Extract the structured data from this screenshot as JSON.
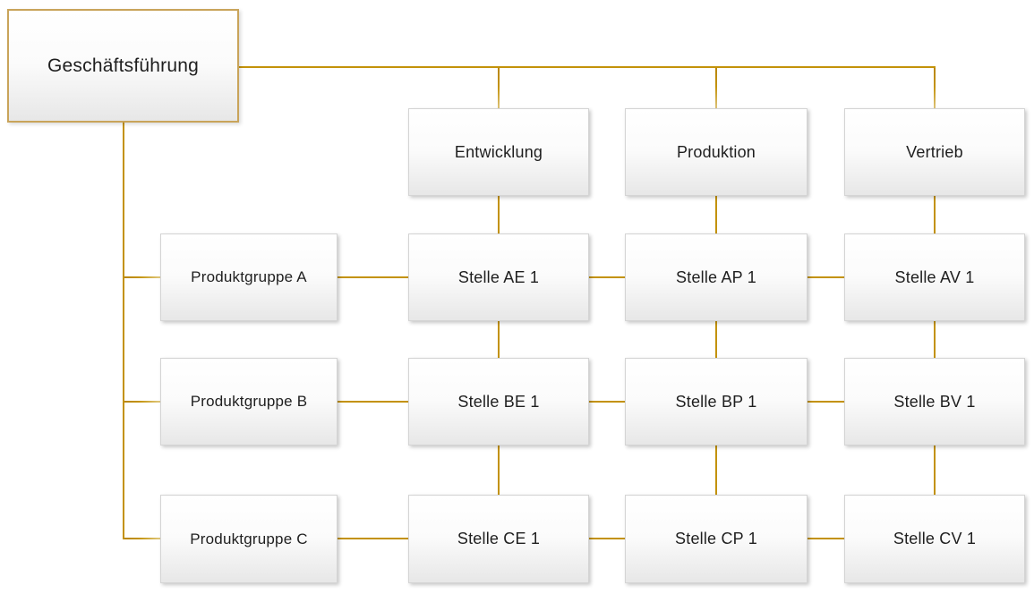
{
  "diagram": {
    "root_label": "Geschäftsführung",
    "functions": [
      "Entwicklung",
      "Produktion",
      "Vertrieb"
    ],
    "product_groups": [
      "Produktgruppe A",
      "Produktgruppe B",
      "Produktgruppe C"
    ],
    "cells": [
      [
        "Stelle AE 1",
        "Stelle AP 1",
        "Stelle AV 1"
      ],
      [
        "Stelle BE 1",
        "Stelle BP 1",
        "Stelle BV 1"
      ],
      [
        "Stelle CE 1",
        "Stelle CP 1",
        "Stelle CV 1"
      ]
    ],
    "colors": {
      "connector": "#c39209",
      "connector_light": "#ddc379",
      "root_border": "#c9a45a",
      "box_border": "#d4d4d4",
      "box_gradient_bottom": "#e7e7e7",
      "text": "#1f1f1f"
    }
  }
}
